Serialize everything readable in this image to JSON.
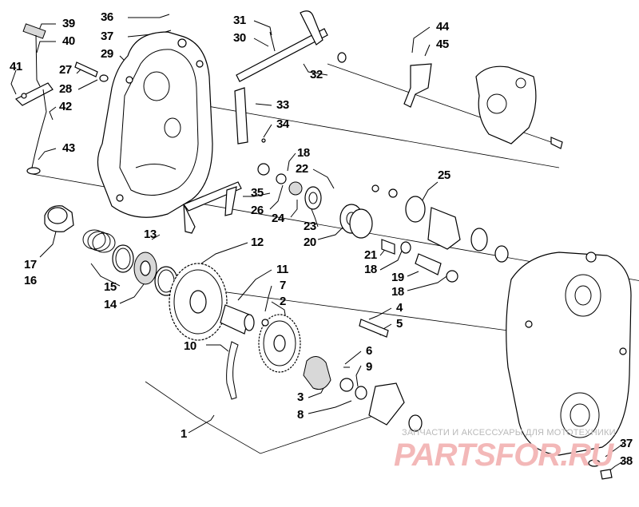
{
  "diagram": {
    "callouts": {
      "c1": "1",
      "c2": "2",
      "c3": "3",
      "c4": "4",
      "c5": "5",
      "c6": "6",
      "c7": "7",
      "c8": "8",
      "c9": "9",
      "c10": "10",
      "c11": "11",
      "c12": "12",
      "c13": "13",
      "c14": "14",
      "c15": "15",
      "c16": "16",
      "c17": "17",
      "c18a": "18",
      "c18b": "18",
      "c18c": "18",
      "c19": "19",
      "c20": "20",
      "c21": "21",
      "c22": "22",
      "c23": "23",
      "c24": "24",
      "c25": "25",
      "c26": "26",
      "c27": "27",
      "c28": "28",
      "c29": "29",
      "c30": "30",
      "c31": "31",
      "c32": "32",
      "c33": "33",
      "c34": "34",
      "c35": "35",
      "c36": "36",
      "c37a": "37",
      "c37b": "37",
      "c38": "38",
      "c39": "39",
      "c40": "40",
      "c41": "41",
      "c42": "42",
      "c43": "43",
      "c44": "44",
      "c45": "45"
    },
    "watermark": {
      "tagline": "ЗАПЧАСТИ И АКСЕССУАРЫ ДЛЯ МОТОТЕХНИКИ",
      "logo": "PARTSFOR.RU"
    }
  }
}
